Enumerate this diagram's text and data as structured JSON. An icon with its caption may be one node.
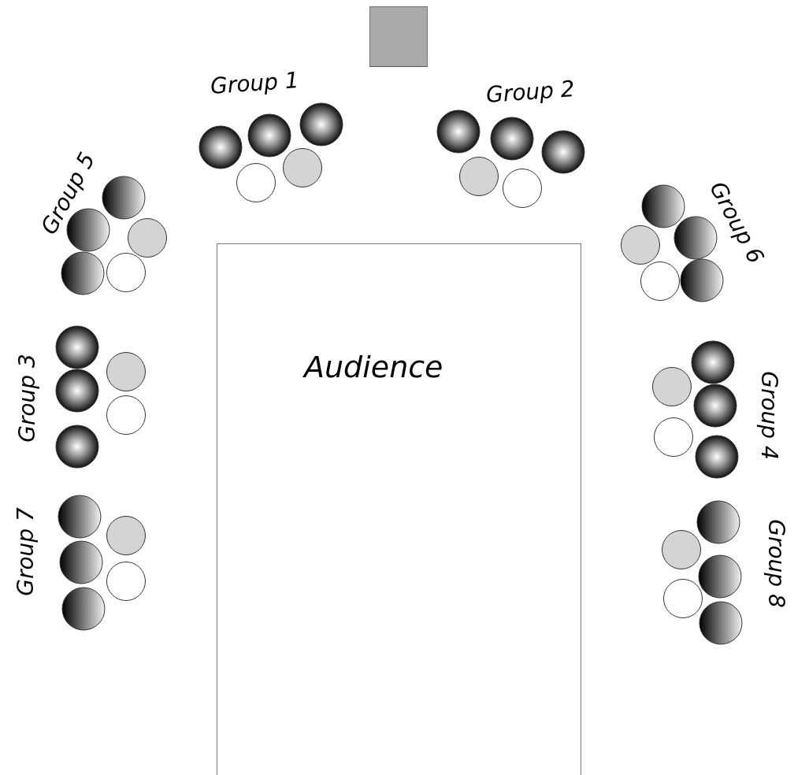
{
  "diagram": {
    "nodes": [
      {
        "text": [],
        "shape": "box"
      },
      {
        "text": [
          "Audience"
        ]
      }
    ],
    "labels": [
      "Group 1",
      "Group 2",
      "Group 5",
      "Group 6",
      "Group 3",
      "Group 4",
      "Group 7",
      "Group 8"
    ]
  }
}
